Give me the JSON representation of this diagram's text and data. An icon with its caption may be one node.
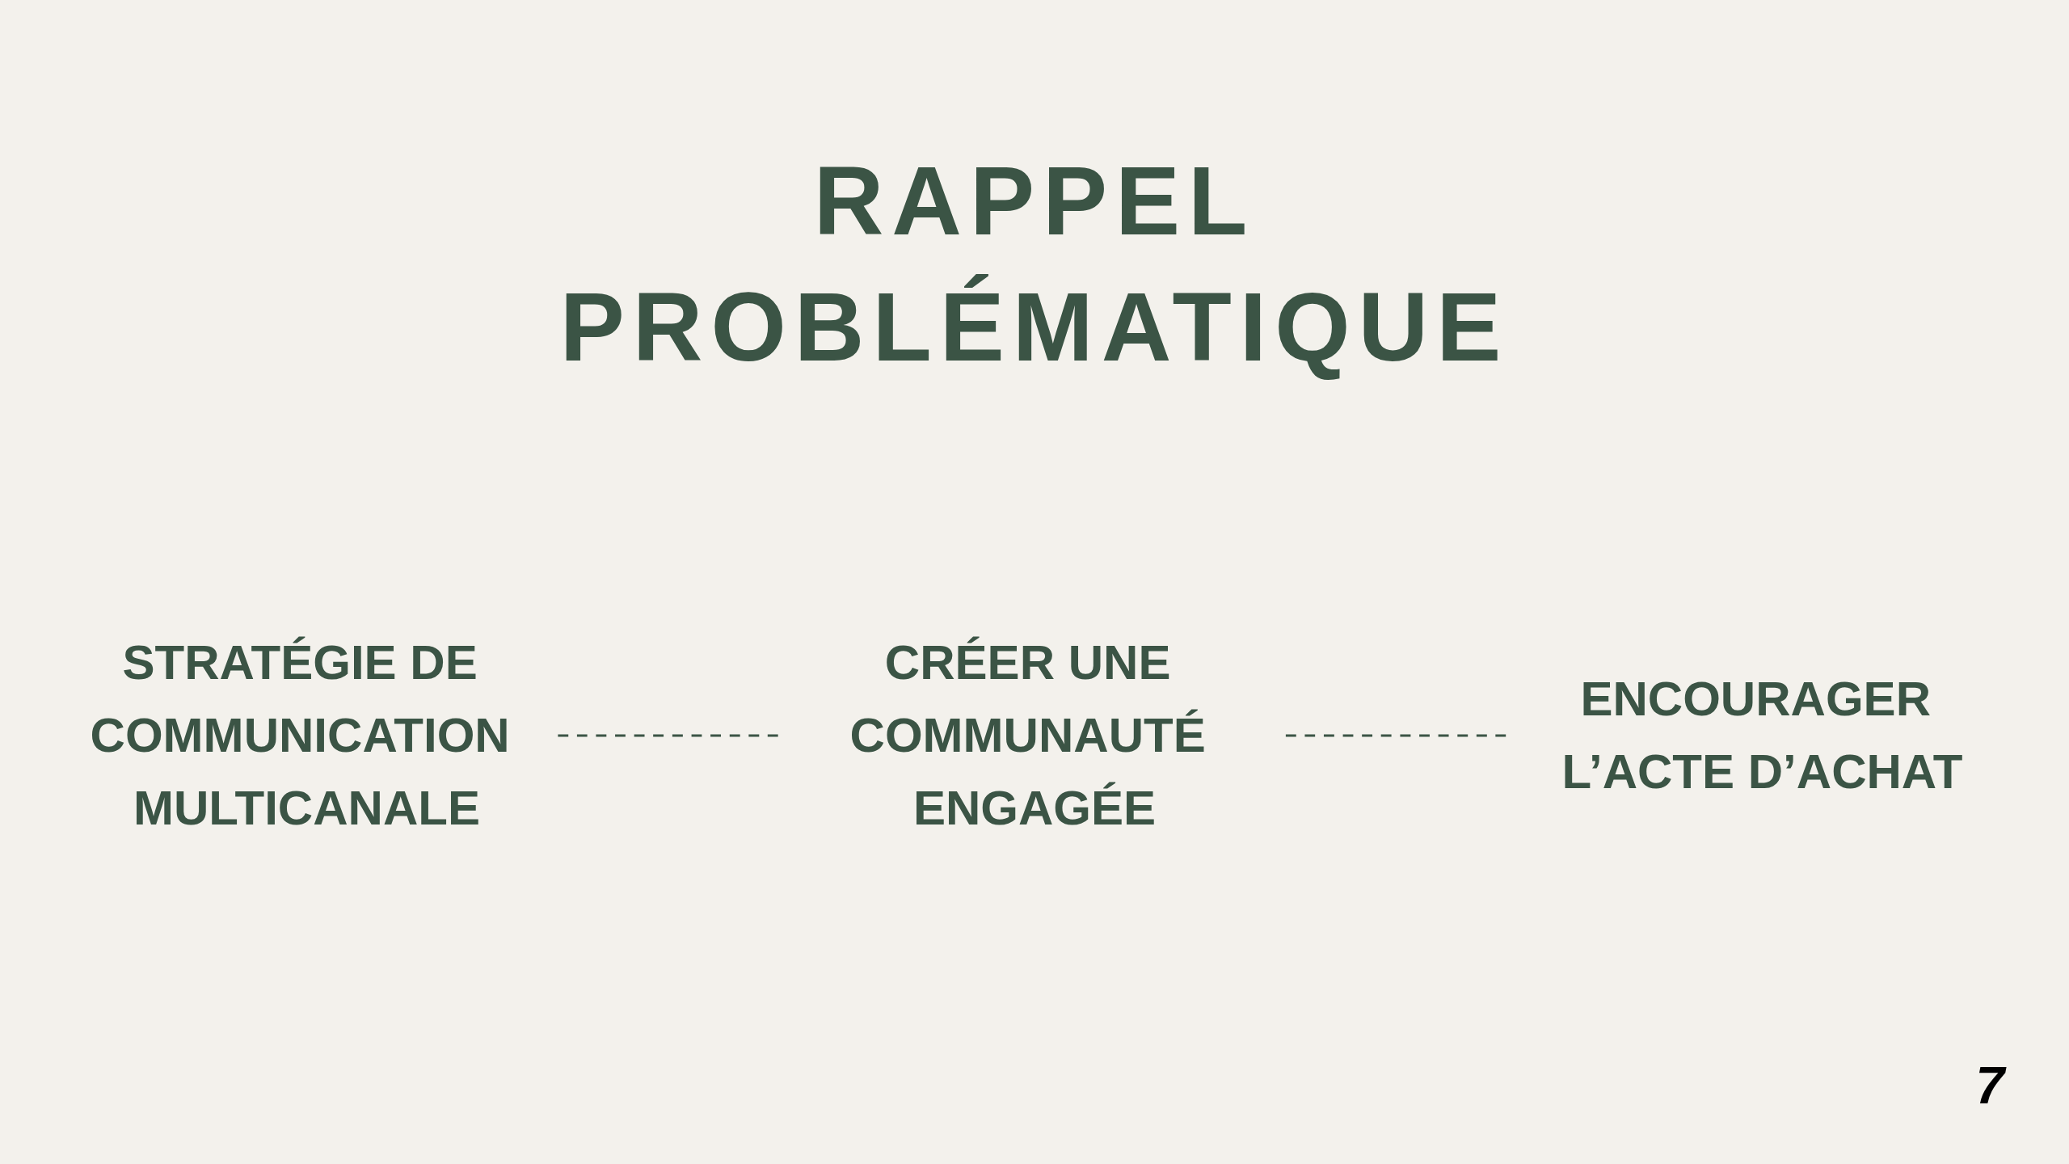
{
  "diagram": {
    "title": "RAPPEL PROBLÉMATIQUE",
    "nodes": [
      {
        "text": [
          "STRATÉGIE DE COMMUNICATION MULTICANALE"
        ]
      },
      {
        "text": [
          "ENCOURAGER L’ACTE D’ACHAT"
        ]
      },
      {
        "text": [
          "CRÉER UNE COMMUNAUTÉ ENGAGÉE"
        ]
      }
    ],
    "edges": [
      {
        "from": 0,
        "to": 2,
        "arrow": "none",
        "style": "dashed"
      },
      {
        "from": 2,
        "to": 1,
        "arrow": "none",
        "style": "dashed"
      }
    ],
    "labels": [
      "7"
    ]
  }
}
